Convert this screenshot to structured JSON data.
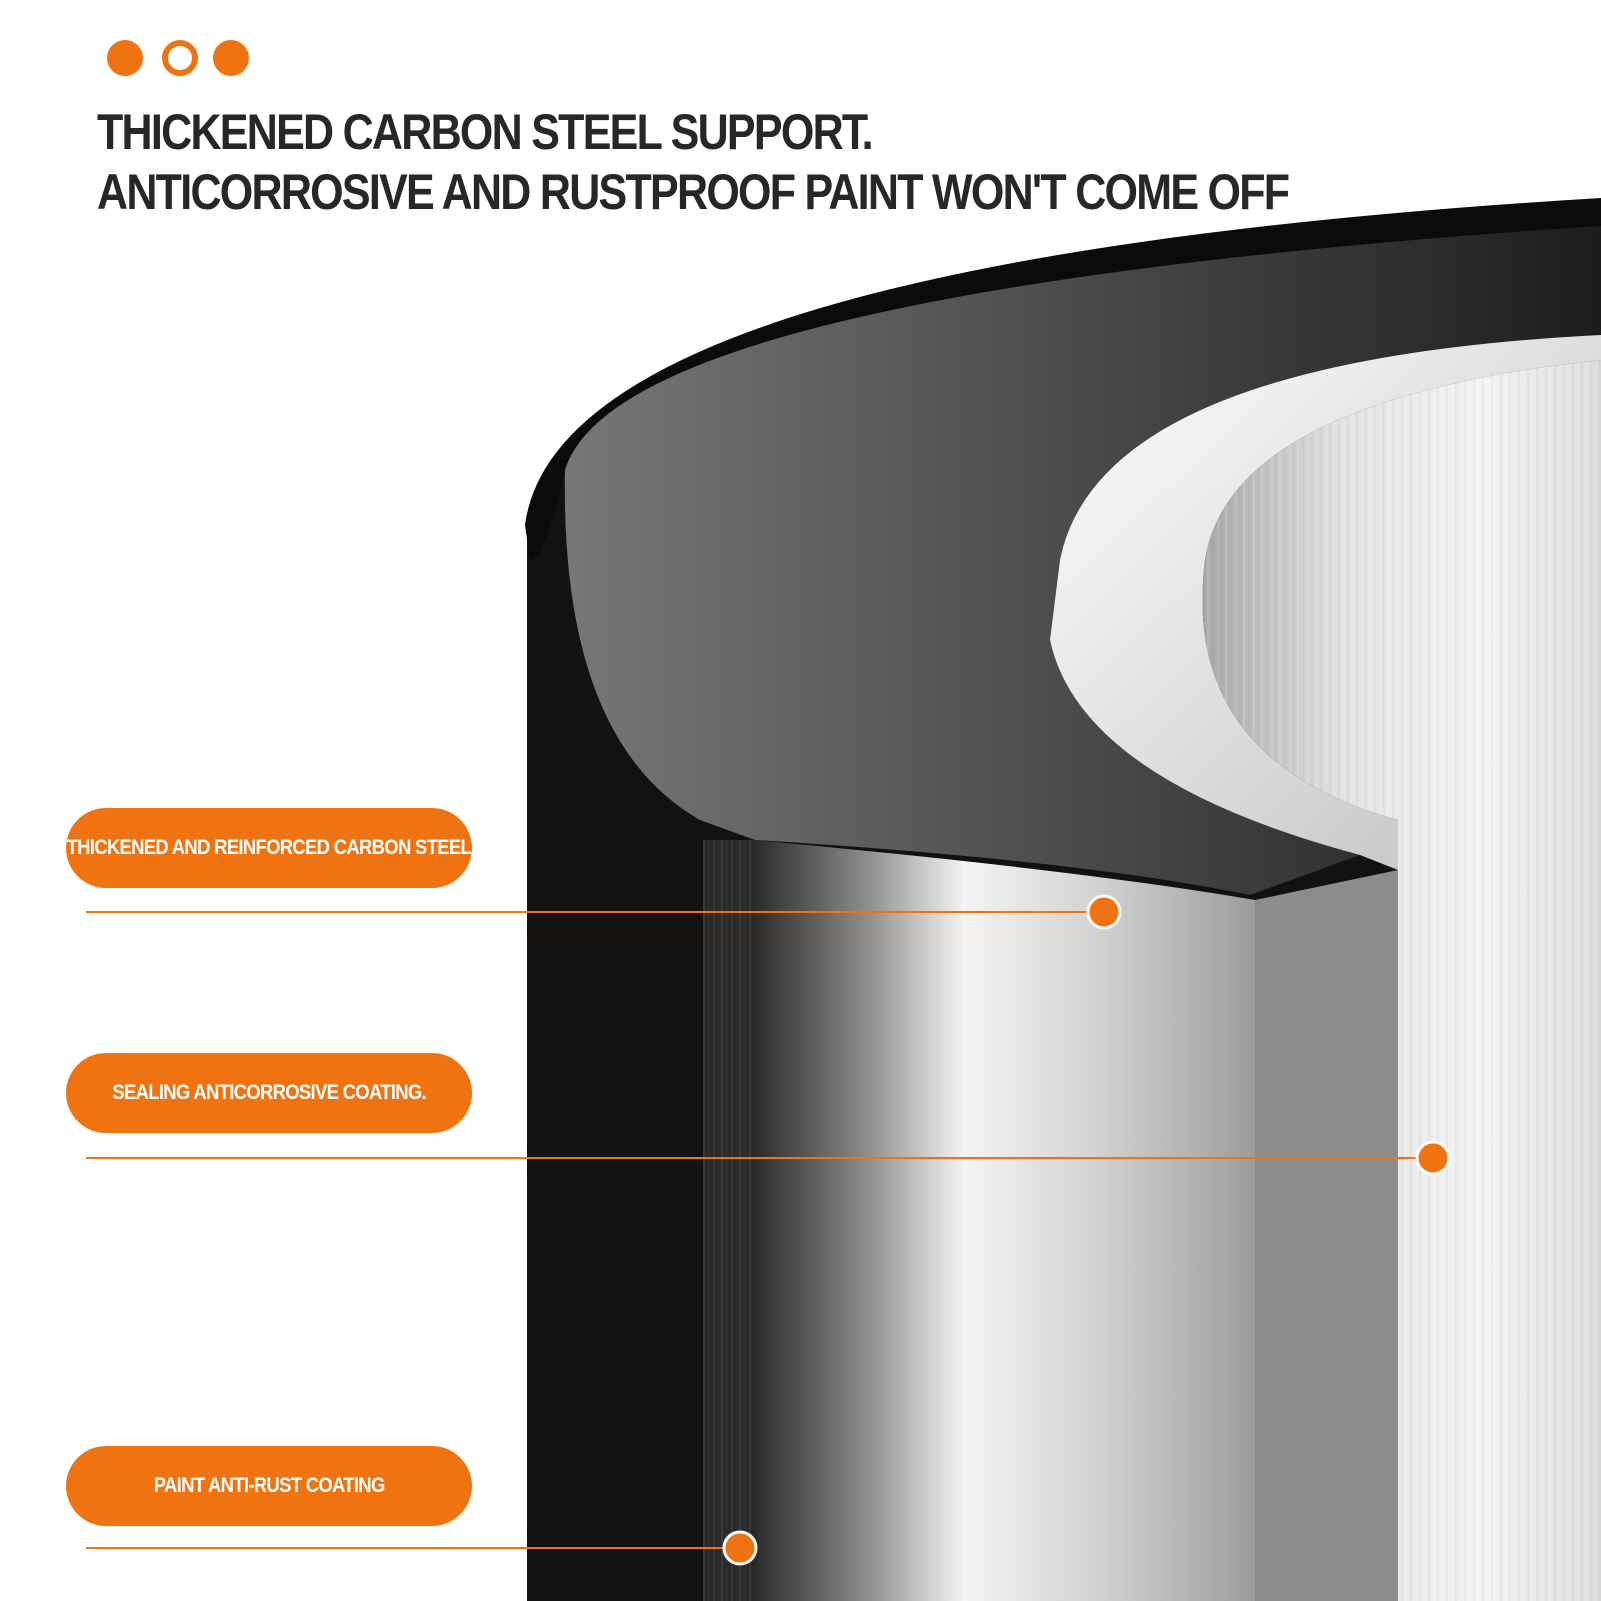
{
  "headline": {
    "line1": "THICKENED CARBON STEEL SUPPORT.",
    "line2": "ANTICORROSIVE AND RUSTPROOF PAINT WON'T COME OFF"
  },
  "indicator_dots": [
    "filled",
    "hollow",
    "filled"
  ],
  "callouts": [
    {
      "label": "THICKENED AND REINFORCED CARBON STEEL"
    },
    {
      "label": "SEALING ANTICORROSIVE COATING."
    },
    {
      "label": "PAINT ANTI-RUST COATING"
    }
  ],
  "colors": {
    "accent": "#ef7411",
    "headline_text": "#272727",
    "background": "#ffffff",
    "outer_coating": "#121212",
    "steel_light": "#dcdcdc"
  },
  "icons": {
    "callout_marker": "orange-ring-dot-icon"
  }
}
